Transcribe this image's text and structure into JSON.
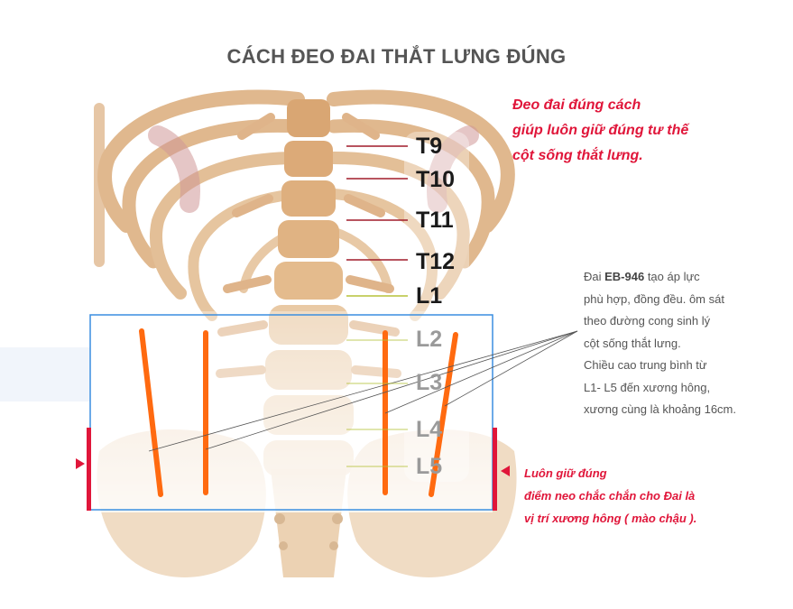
{
  "title": "CÁCH ĐEO ĐAI THẮT LƯNG ĐÚNG",
  "top_note": [
    "Đeo đai đúng cách",
    "giúp luôn giữ đúng tư thế",
    "cột sống thắt lưng."
  ],
  "description": {
    "prefix": "Đai ",
    "model": "EB-946",
    "line1_rest": " tạo áp lực",
    "lines": [
      "phù hợp, đồng đều. ôm sát",
      "theo đường cong sinh lý",
      "cột sống thắt lưng.",
      "Chiều cao trung bình từ",
      "L1- L5 đến xương hông,",
      "xương cùng là khoảng 16cm."
    ]
  },
  "bottom_note": [
    "Luôn giữ đúng",
    "điểm neo chắc chắn cho Đai là",
    "vị trí xương hông ( mào chậu )."
  ],
  "vertebrae": {
    "t9": "T9",
    "t10": "T10",
    "t11": "T11",
    "t12": "T12",
    "l1": "L1",
    "l2": "L2",
    "l3": "L3",
    "l4": "L4",
    "l5": "L5"
  },
  "colors": {
    "accent_red": "#e0163a",
    "belt_box": "#3a8ee0",
    "orange_stays": "#ff6a10",
    "thoracic_marker": "#a01c2a",
    "lumbar_marker": "#b6c23a",
    "bone": "#e6bf94",
    "rib_muscle": "#c98a8a"
  }
}
